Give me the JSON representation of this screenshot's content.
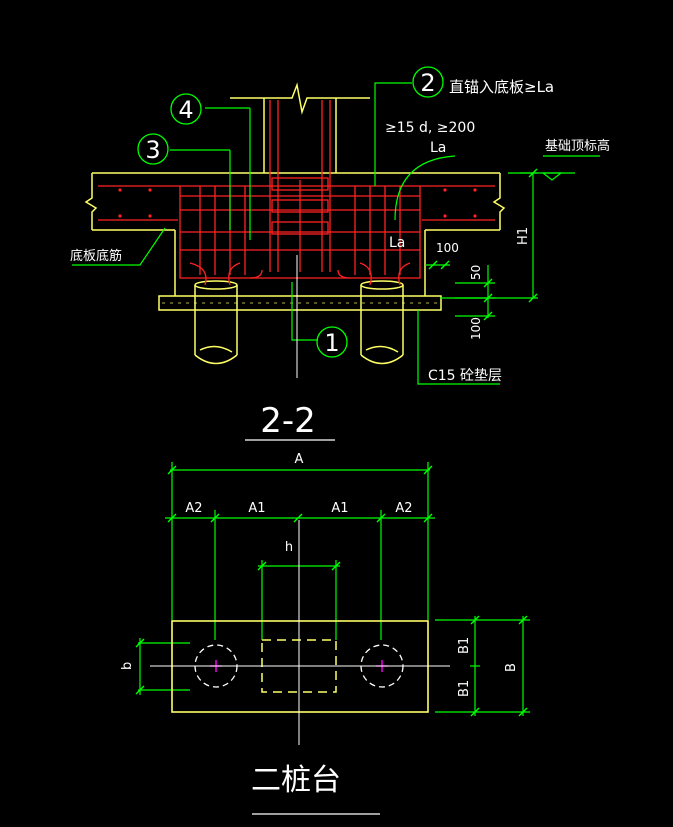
{
  "section": {
    "title": "2-2",
    "labels": {
      "bar2": "直锚入底板≥La",
      "anchor": "≥15 d, ≥200",
      "la_top": "La",
      "la_mid": "La",
      "top_elev": "基础顶标高",
      "bottom_rebar": "底板底筋",
      "h1": "H1",
      "dim100_top": "100",
      "dim50": "50",
      "dim100_bottom": "100",
      "cushion": "C15 砼垫层"
    },
    "markers": {
      "m1": "1",
      "m2": "2",
      "m3": "3",
      "m4": "4"
    }
  },
  "plan": {
    "title": "二桩台",
    "dims": {
      "A": "A",
      "A2_left": "A2",
      "A1_left": "A1",
      "A1_right": "A1",
      "A2_right": "A2",
      "h": "h",
      "b": "b",
      "B1_top": "B1",
      "B1_bottom": "B1",
      "B": "B"
    }
  },
  "colors": {
    "background": "#000000",
    "outline": "#ffff66",
    "rebar": "#ff2222",
    "leader": "#00ff00",
    "text": "#ffffff",
    "dim": "#00ff00",
    "pile_center": "#ff00ff"
  }
}
